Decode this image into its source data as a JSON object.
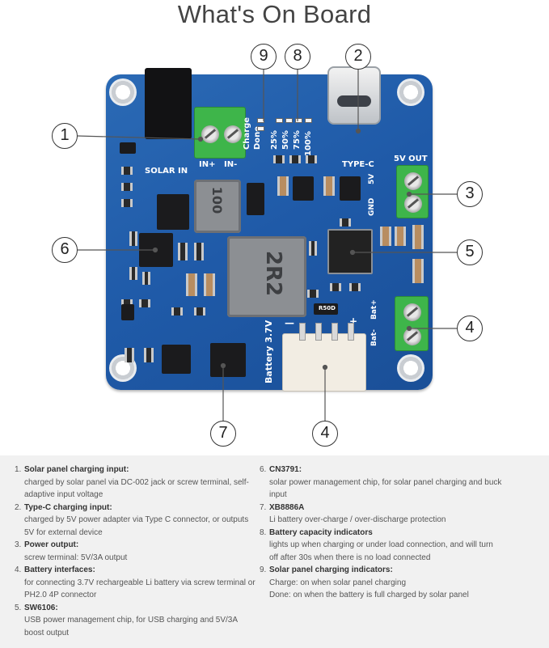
{
  "title": "What's On Board",
  "board": {
    "silk": {
      "solar_in": "SOLAR IN",
      "in_plus": "IN+",
      "in_minus": "IN-",
      "charge": "Charge",
      "done": "Done",
      "pct_25": "25%",
      "pct_50": "50%",
      "pct_75": "75%",
      "pct_100": "100%",
      "type_c": "TYPE-C",
      "out_5v": "5V OUT",
      "v5": "5V",
      "gnd": "GND",
      "bat_minus": "Bat-",
      "bat_plus": "Bat+",
      "battery": "Battery 3.7V",
      "minus": "—",
      "plus": "+",
      "inductor_small": "100",
      "inductor_large": "2R2",
      "r_label": "R50D"
    }
  },
  "callouts": [
    "1",
    "2",
    "3",
    "4",
    "5",
    "6",
    "7",
    "4",
    "8",
    "9"
  ],
  "descriptions": {
    "left": [
      {
        "num": "1.",
        "head": "Solar panel charging input:",
        "desc": "charged by solar panel via DC-002 jack or screw terminal, self-adaptive input voltage"
      },
      {
        "num": "2.",
        "head": "Type-C charging input:",
        "desc": "charged by 5V power adapter via Type C connector, or outputs 5V for external device"
      },
      {
        "num": "3.",
        "head": "Power output:",
        "desc": "screw terminal: 5V/3A output"
      },
      {
        "num": "4.",
        "head": "Battery interfaces:",
        "desc": "for connecting 3.7V rechargeable Li battery via screw terminal or PH2.0 4P connector"
      },
      {
        "num": "5.",
        "head": "SW6106:",
        "desc": "USB power management chip, for USB charging and 5V/3A boost output"
      }
    ],
    "right": [
      {
        "num": "6.",
        "head": "CN3791:",
        "desc": "solar power management chip, for solar panel charging and buck input"
      },
      {
        "num": "7.",
        "head": "XB8886A",
        "desc": "Li battery over-charge / over-discharge protection"
      },
      {
        "num": "8.",
        "head": "Battery capacity indicators",
        "desc": "lights up when charging or under load connection, and will turn off after 30s when there is no load connected"
      },
      {
        "num": "9.",
        "head": "Solar panel charging indicators:",
        "desc": "Charge: on when solar panel charging",
        "desc2": "Done: on when the battery is full charged by solar panel"
      }
    ]
  },
  "colors": {
    "pcb": "#1f5aa8",
    "terminal": "#3eb54a",
    "panel_bg": "#f1f1f1"
  }
}
